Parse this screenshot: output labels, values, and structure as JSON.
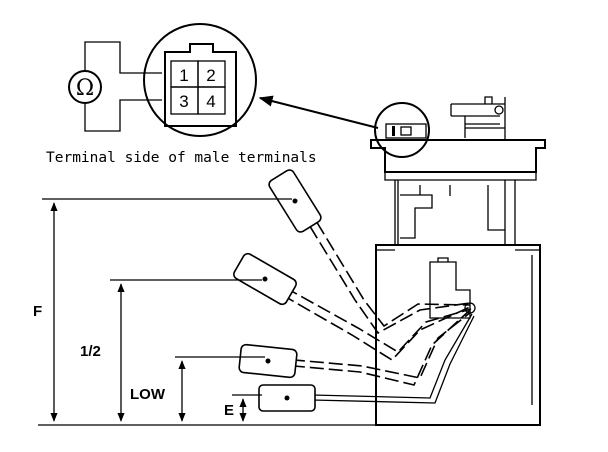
{
  "caption": "Terminal side of male terminals",
  "meter_symbol": "Ω",
  "terminals": [
    "1",
    "2",
    "3",
    "4"
  ],
  "labels": {
    "full": "F",
    "half": "1/2",
    "low": "LOW",
    "empty": "E"
  },
  "icons": [
    "ohmmeter-icon",
    "connector-icon",
    "fuel-pump-unit-icon",
    "float-icon",
    "arrow-icon"
  ]
}
